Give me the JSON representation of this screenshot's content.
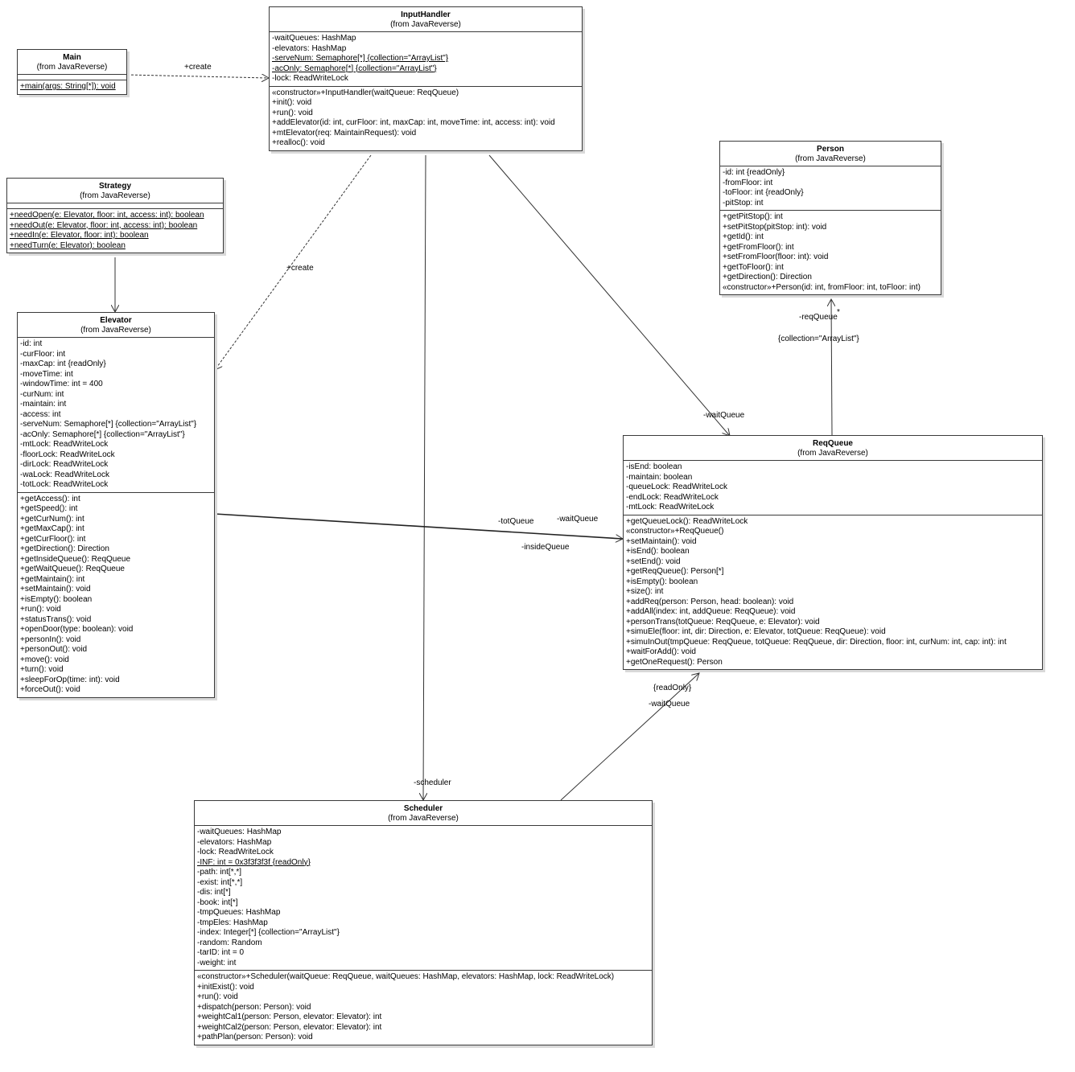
{
  "classes": {
    "main": {
      "name": "Main",
      "from": "(from JavaReverse)",
      "attributes": [],
      "operations": [
        {
          "text": "+main(args: String[*]): void",
          "static": true
        }
      ]
    },
    "input_handler": {
      "name": "InputHandler",
      "from": "(from JavaReverse)",
      "attributes": [
        {
          "text": "-waitQueues: HashMap",
          "static": false
        },
        {
          "text": "-elevators: HashMap",
          "static": false
        },
        {
          "text": "-serveNum: Semaphore[*] {collection=\"ArrayList\"}",
          "static": true
        },
        {
          "text": "-acOnly: Semaphore[*] {collection=\"ArrayList\"}",
          "static": true
        },
        {
          "text": "-lock: ReadWriteLock",
          "static": false
        }
      ],
      "operations": [
        {
          "text": "«constructor»+InputHandler(waitQueue: ReqQueue)",
          "static": false
        },
        {
          "text": "+init(): void",
          "static": false
        },
        {
          "text": "+run(): void",
          "static": false
        },
        {
          "text": "+addElevator(id: int, curFloor: int, maxCap: int, moveTime: int, access: int): void",
          "static": false
        },
        {
          "text": "+mtElevator(req: MaintainRequest): void",
          "static": false
        },
        {
          "text": "+realloc(): void",
          "static": false
        }
      ]
    },
    "strategy": {
      "name": "Strategy",
      "from": "(from JavaReverse)",
      "attributes": [],
      "operations": [
        {
          "text": "+needOpen(e: Elevator, floor: int, access: int): boolean",
          "static": true
        },
        {
          "text": "+needOut(e: Elevator, floor: int, access: int): boolean",
          "static": true
        },
        {
          "text": "+needIn(e: Elevator, floor: int): boolean",
          "static": true
        },
        {
          "text": "+needTurn(e: Elevator): boolean",
          "static": true
        }
      ]
    },
    "person": {
      "name": "Person",
      "from": "(from JavaReverse)",
      "attributes": [
        {
          "text": "-id: int {readOnly}",
          "static": false
        },
        {
          "text": "-fromFloor: int",
          "static": false
        },
        {
          "text": "-toFloor: int {readOnly}",
          "static": false
        },
        {
          "text": "-pitStop: int",
          "static": false
        }
      ],
      "operations": [
        {
          "text": "+getPitStop(): int",
          "static": false
        },
        {
          "text": "+setPitStop(pitStop: int): void",
          "static": false
        },
        {
          "text": "+getId(): int",
          "static": false
        },
        {
          "text": "+getFromFloor(): int",
          "static": false
        },
        {
          "text": "+setFromFloor(floor: int): void",
          "static": false
        },
        {
          "text": "+getToFloor(): int",
          "static": false
        },
        {
          "text": "+getDirection(): Direction",
          "static": false
        },
        {
          "text": "«constructor»+Person(id: int, fromFloor: int, toFloor: int)",
          "static": false
        }
      ]
    },
    "elevator": {
      "name": "Elevator",
      "from": "(from JavaReverse)",
      "attributes": [
        {
          "text": "-id: int",
          "static": false
        },
        {
          "text": "-curFloor: int",
          "static": false
        },
        {
          "text": "-maxCap: int {readOnly}",
          "static": false
        },
        {
          "text": "-moveTime: int",
          "static": false
        },
        {
          "text": "-windowTime: int = 400",
          "static": false
        },
        {
          "text": "-curNum: int",
          "static": false
        },
        {
          "text": "-maintain: int",
          "static": false
        },
        {
          "text": "-access: int",
          "static": false
        },
        {
          "text": "-serveNum: Semaphore[*] {collection=\"ArrayList\"}",
          "static": false
        },
        {
          "text": "-acOnly: Semaphore[*] {collection=\"ArrayList\"}",
          "static": false
        },
        {
          "text": "-mtLock: ReadWriteLock",
          "static": false
        },
        {
          "text": "-floorLock: ReadWriteLock",
          "static": false
        },
        {
          "text": "-dirLock: ReadWriteLock",
          "static": false
        },
        {
          "text": "-waLock: ReadWriteLock",
          "static": false
        },
        {
          "text": "-totLock: ReadWriteLock",
          "static": false
        }
      ],
      "operations": [
        {
          "text": "+getAccess(): int",
          "static": false
        },
        {
          "text": "+getSpeed(): int",
          "static": false
        },
        {
          "text": "+getCurNum(): int",
          "static": false
        },
        {
          "text": "+getMaxCap(): int",
          "static": false
        },
        {
          "text": "+getCurFloor(): int",
          "static": false
        },
        {
          "text": "+getDirection(): Direction",
          "static": false
        },
        {
          "text": "+getInsideQueue(): ReqQueue",
          "static": false
        },
        {
          "text": "+getWaitQueue(): ReqQueue",
          "static": false
        },
        {
          "text": "+getMaintain(): int",
          "static": false
        },
        {
          "text": "+setMaintain(): void",
          "static": false
        },
        {
          "text": "+isEmpty(): boolean",
          "static": false
        },
        {
          "text": "+run(): void",
          "static": false
        },
        {
          "text": "+statusTrans(): void",
          "static": false
        },
        {
          "text": "+openDoor(type: boolean): void",
          "static": false
        },
        {
          "text": "+personIn(): void",
          "static": false
        },
        {
          "text": "+personOut(): void",
          "static": false
        },
        {
          "text": "+move(): void",
          "static": false
        },
        {
          "text": "+turn(): void",
          "static": false
        },
        {
          "text": "+sleepForOp(time: int): void",
          "static": false
        },
        {
          "text": "+forceOut(): void",
          "static": false
        }
      ]
    },
    "req_queue": {
      "name": "ReqQueue",
      "from": "(from JavaReverse)",
      "attributes": [
        {
          "text": "-isEnd: boolean",
          "static": false
        },
        {
          "text": "-maintain: boolean",
          "static": false
        },
        {
          "text": "-queueLock: ReadWriteLock",
          "static": false
        },
        {
          "text": "-endLock: ReadWriteLock",
          "static": false
        },
        {
          "text": "-mtLock: ReadWriteLock",
          "static": false
        }
      ],
      "operations": [
        {
          "text": "+getQueueLock(): ReadWriteLock",
          "static": false
        },
        {
          "text": "«constructor»+ReqQueue()",
          "static": false
        },
        {
          "text": "+setMaintain(): void",
          "static": false
        },
        {
          "text": "+isEnd(): boolean",
          "static": false
        },
        {
          "text": "+setEnd(): void",
          "static": false
        },
        {
          "text": "+getReqQueue(): Person[*]",
          "static": false
        },
        {
          "text": "+isEmpty(): boolean",
          "static": false
        },
        {
          "text": "+size(): int",
          "static": false
        },
        {
          "text": "+addReq(person: Person, head: boolean): void",
          "static": false
        },
        {
          "text": "+addAll(index: int, addQueue: ReqQueue): void",
          "static": false
        },
        {
          "text": "+personTrans(totQueue: ReqQueue, e: Elevator): void",
          "static": false
        },
        {
          "text": "+simuEle(floor: int, dir: Direction, e: Elevator, totQueue: ReqQueue): void",
          "static": false
        },
        {
          "text": "+simuInOut(tmpQueue: ReqQueue, totQueue: ReqQueue, dir: Direction, floor: int, curNum: int, cap: int): int",
          "static": false
        },
        {
          "text": "+waitForAdd(): void",
          "static": false
        },
        {
          "text": "+getOneRequest(): Person",
          "static": false
        }
      ]
    },
    "scheduler": {
      "name": "Scheduler",
      "from": "(from JavaReverse)",
      "attributes": [
        {
          "text": "-waitQueues: HashMap",
          "static": false
        },
        {
          "text": "-elevators: HashMap",
          "static": false
        },
        {
          "text": "-lock: ReadWriteLock",
          "static": false
        },
        {
          "text": "-INF: int = 0x3f3f3f3f {readOnly}",
          "static": true
        },
        {
          "text": "-path: int[*,*]",
          "static": false
        },
        {
          "text": "-exist: int[*,*]",
          "static": false
        },
        {
          "text": "-dis: int[*]",
          "static": false
        },
        {
          "text": "-book: int[*]",
          "static": false
        },
        {
          "text": "-tmpQueues: HashMap",
          "static": false
        },
        {
          "text": "-tmpEles: HashMap",
          "static": false
        },
        {
          "text": "-index: Integer[*] {collection=\"ArrayList\"}",
          "static": false
        },
        {
          "text": "-random: Random",
          "static": false
        },
        {
          "text": "-tarID: int = 0",
          "static": false
        },
        {
          "text": "-weight: int",
          "static": false
        }
      ],
      "operations": [
        {
          "text": "«constructor»+Scheduler(waitQueue: ReqQueue, waitQueues: HashMap, elevators: HashMap, lock: ReadWriteLock)",
          "static": false
        },
        {
          "text": "+initExist(): void",
          "static": false
        },
        {
          "text": "+run(): void",
          "static": false
        },
        {
          "text": "+dispatch(person: Person): void",
          "static": false
        },
        {
          "text": "+weightCal1(person: Person, elevator: Elevator): int",
          "static": false
        },
        {
          "text": "+weightCal2(person: Person, elevator: Elevator): int",
          "static": false
        },
        {
          "text": "+pathPlan(person: Person): void",
          "static": false
        }
      ]
    }
  },
  "edge_labels": {
    "main_create": "+create",
    "ih_create": "+create",
    "ih_waitqueue": "-waitQueue",
    "ih_scheduler": "-scheduler",
    "req_person_role": "-reqQueue",
    "req_person_mult": "*",
    "req_person_collection": "{collection=\"ArrayList\"}",
    "elev_totqueue": "-totQueue",
    "elev_waitqueue": "-waitQueue",
    "elev_insidequeue": "-insideQueue",
    "sched_readonly": "{readOnly}",
    "sched_waitqueue": "-waitQueue"
  }
}
